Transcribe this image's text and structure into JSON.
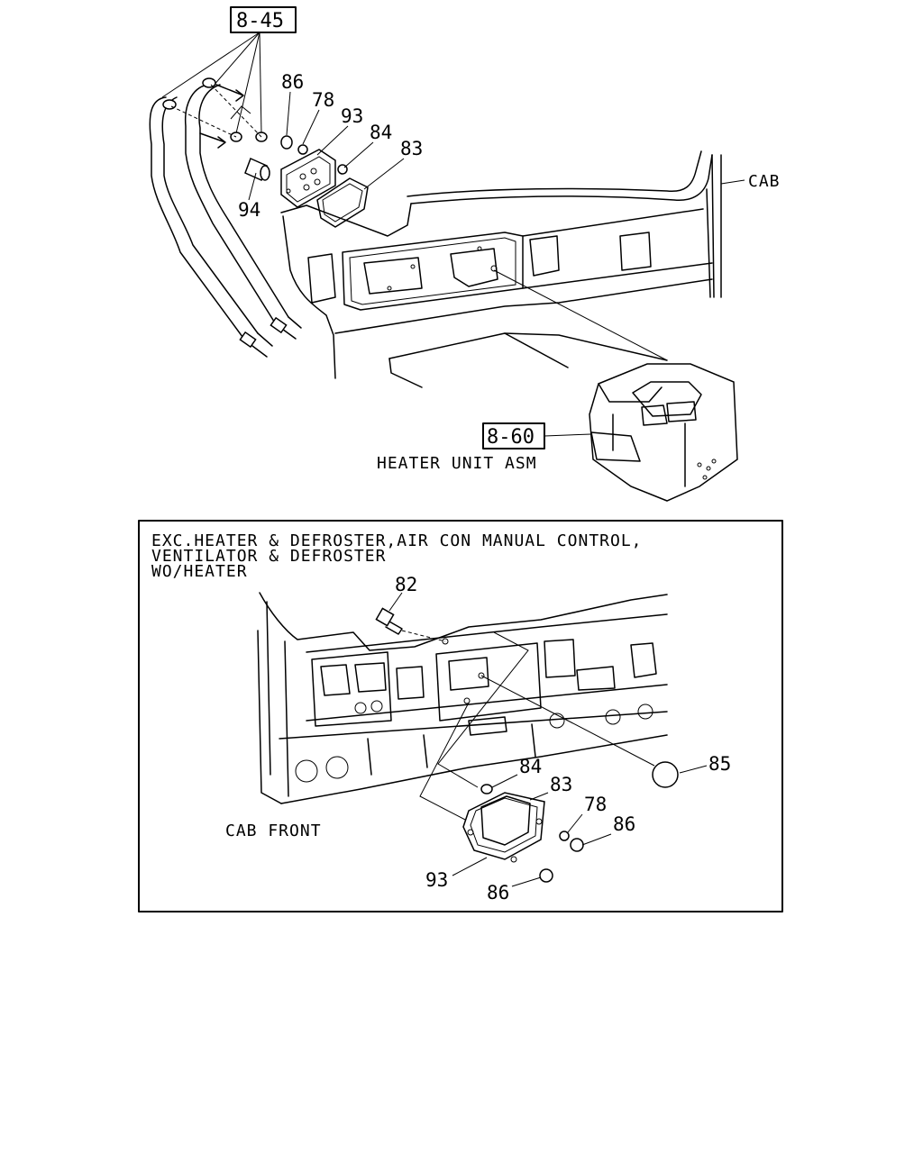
{
  "top_view": {
    "ref_box_1": "8-45",
    "ref_box_2": "8-60",
    "heater_unit_label": "HEATER UNIT ASM",
    "cab_label": "CAB",
    "parts": {
      "p86": "86",
      "p78": "78",
      "p93": "93",
      "p84": "84",
      "p83": "83",
      "p94": "94"
    }
  },
  "inset_view": {
    "title_line1": "EXC.HEATER & DEFROSTER,AIR CON MANUAL CONTROL,",
    "title_line2": "VENTILATOR & DEFROSTER",
    "title_line3": "WO/HEATER",
    "cab_front_label": "CAB FRONT",
    "parts": {
      "p82": "82",
      "p85": "85",
      "p84": "84",
      "p83": "83",
      "p78": "78",
      "p86a": "86",
      "p93": "93",
      "p86b": "86"
    }
  }
}
